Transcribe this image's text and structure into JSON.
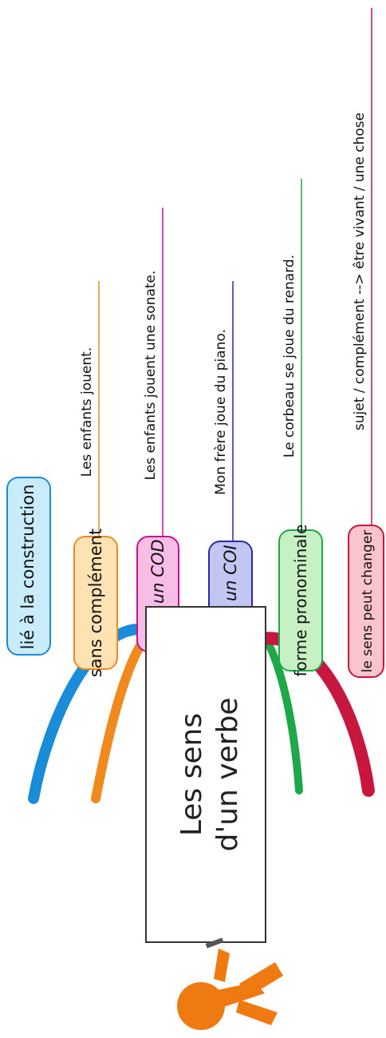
{
  "center": {
    "title_line1": "Les sens",
    "title_line2": "d'un verbe",
    "figure_icon": "orange-person-figure-icon",
    "figure_color": "#f07a12"
  },
  "branches": [
    {
      "label": "lié à la construction",
      "example": "",
      "color": "#1a8cd8",
      "fill": "#c8ecfa"
    },
    {
      "label": "sans complément",
      "example": "Les enfants jouent.",
      "color": "#f08a1e",
      "fill": "#fde3b4"
    },
    {
      "label": "avec un COD",
      "example": "Les enfants jouent une sonate.",
      "color": "#c2138f",
      "fill": "#f7bde6"
    },
    {
      "label": "avec un COI",
      "example": "Mon frère joue du piano.",
      "color": "#2a2aa6",
      "fill": "#c3c6f3"
    },
    {
      "label": "forme pronominale",
      "example": "Le corbeau se joue du renard.",
      "color": "#1fa84a",
      "fill": "#c7f1c4"
    },
    {
      "label": "le sens peut changer",
      "example": "sujet / complément --> être vivant / une chose",
      "color": "#c8173f",
      "fill": "#f9c4cc"
    }
  ]
}
